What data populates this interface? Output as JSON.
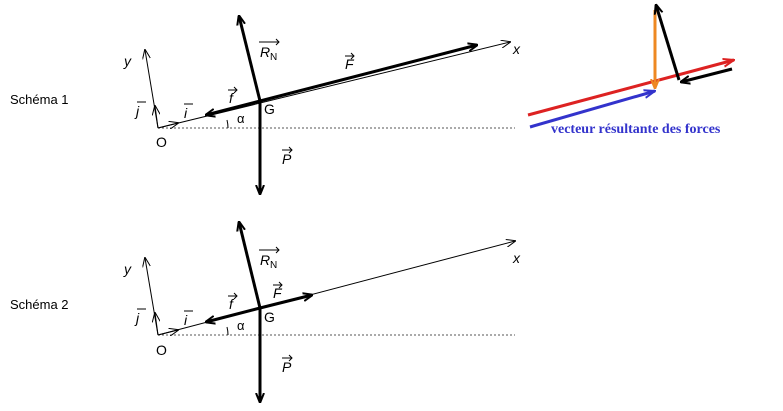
{
  "labels": {
    "schema1": "Schéma 1",
    "schema2": "Schéma 2",
    "axis_x": "x",
    "axis_y": "y",
    "origin": "O",
    "point_g": "G",
    "angle": "α",
    "vec_i": "i",
    "vec_j": "j",
    "vec_f_small": "f",
    "vec_F": "F",
    "vec_R": "R",
    "vec_R_sub": "N",
    "vec_P": "P",
    "resultant_caption": "vecteur résultante des forces"
  },
  "colors": {
    "ink": "#000000",
    "dotted": "#555555",
    "resultant": "#3333cc",
    "red_arrow": "#dd2222",
    "orange_arrow": "#ee8822"
  }
}
